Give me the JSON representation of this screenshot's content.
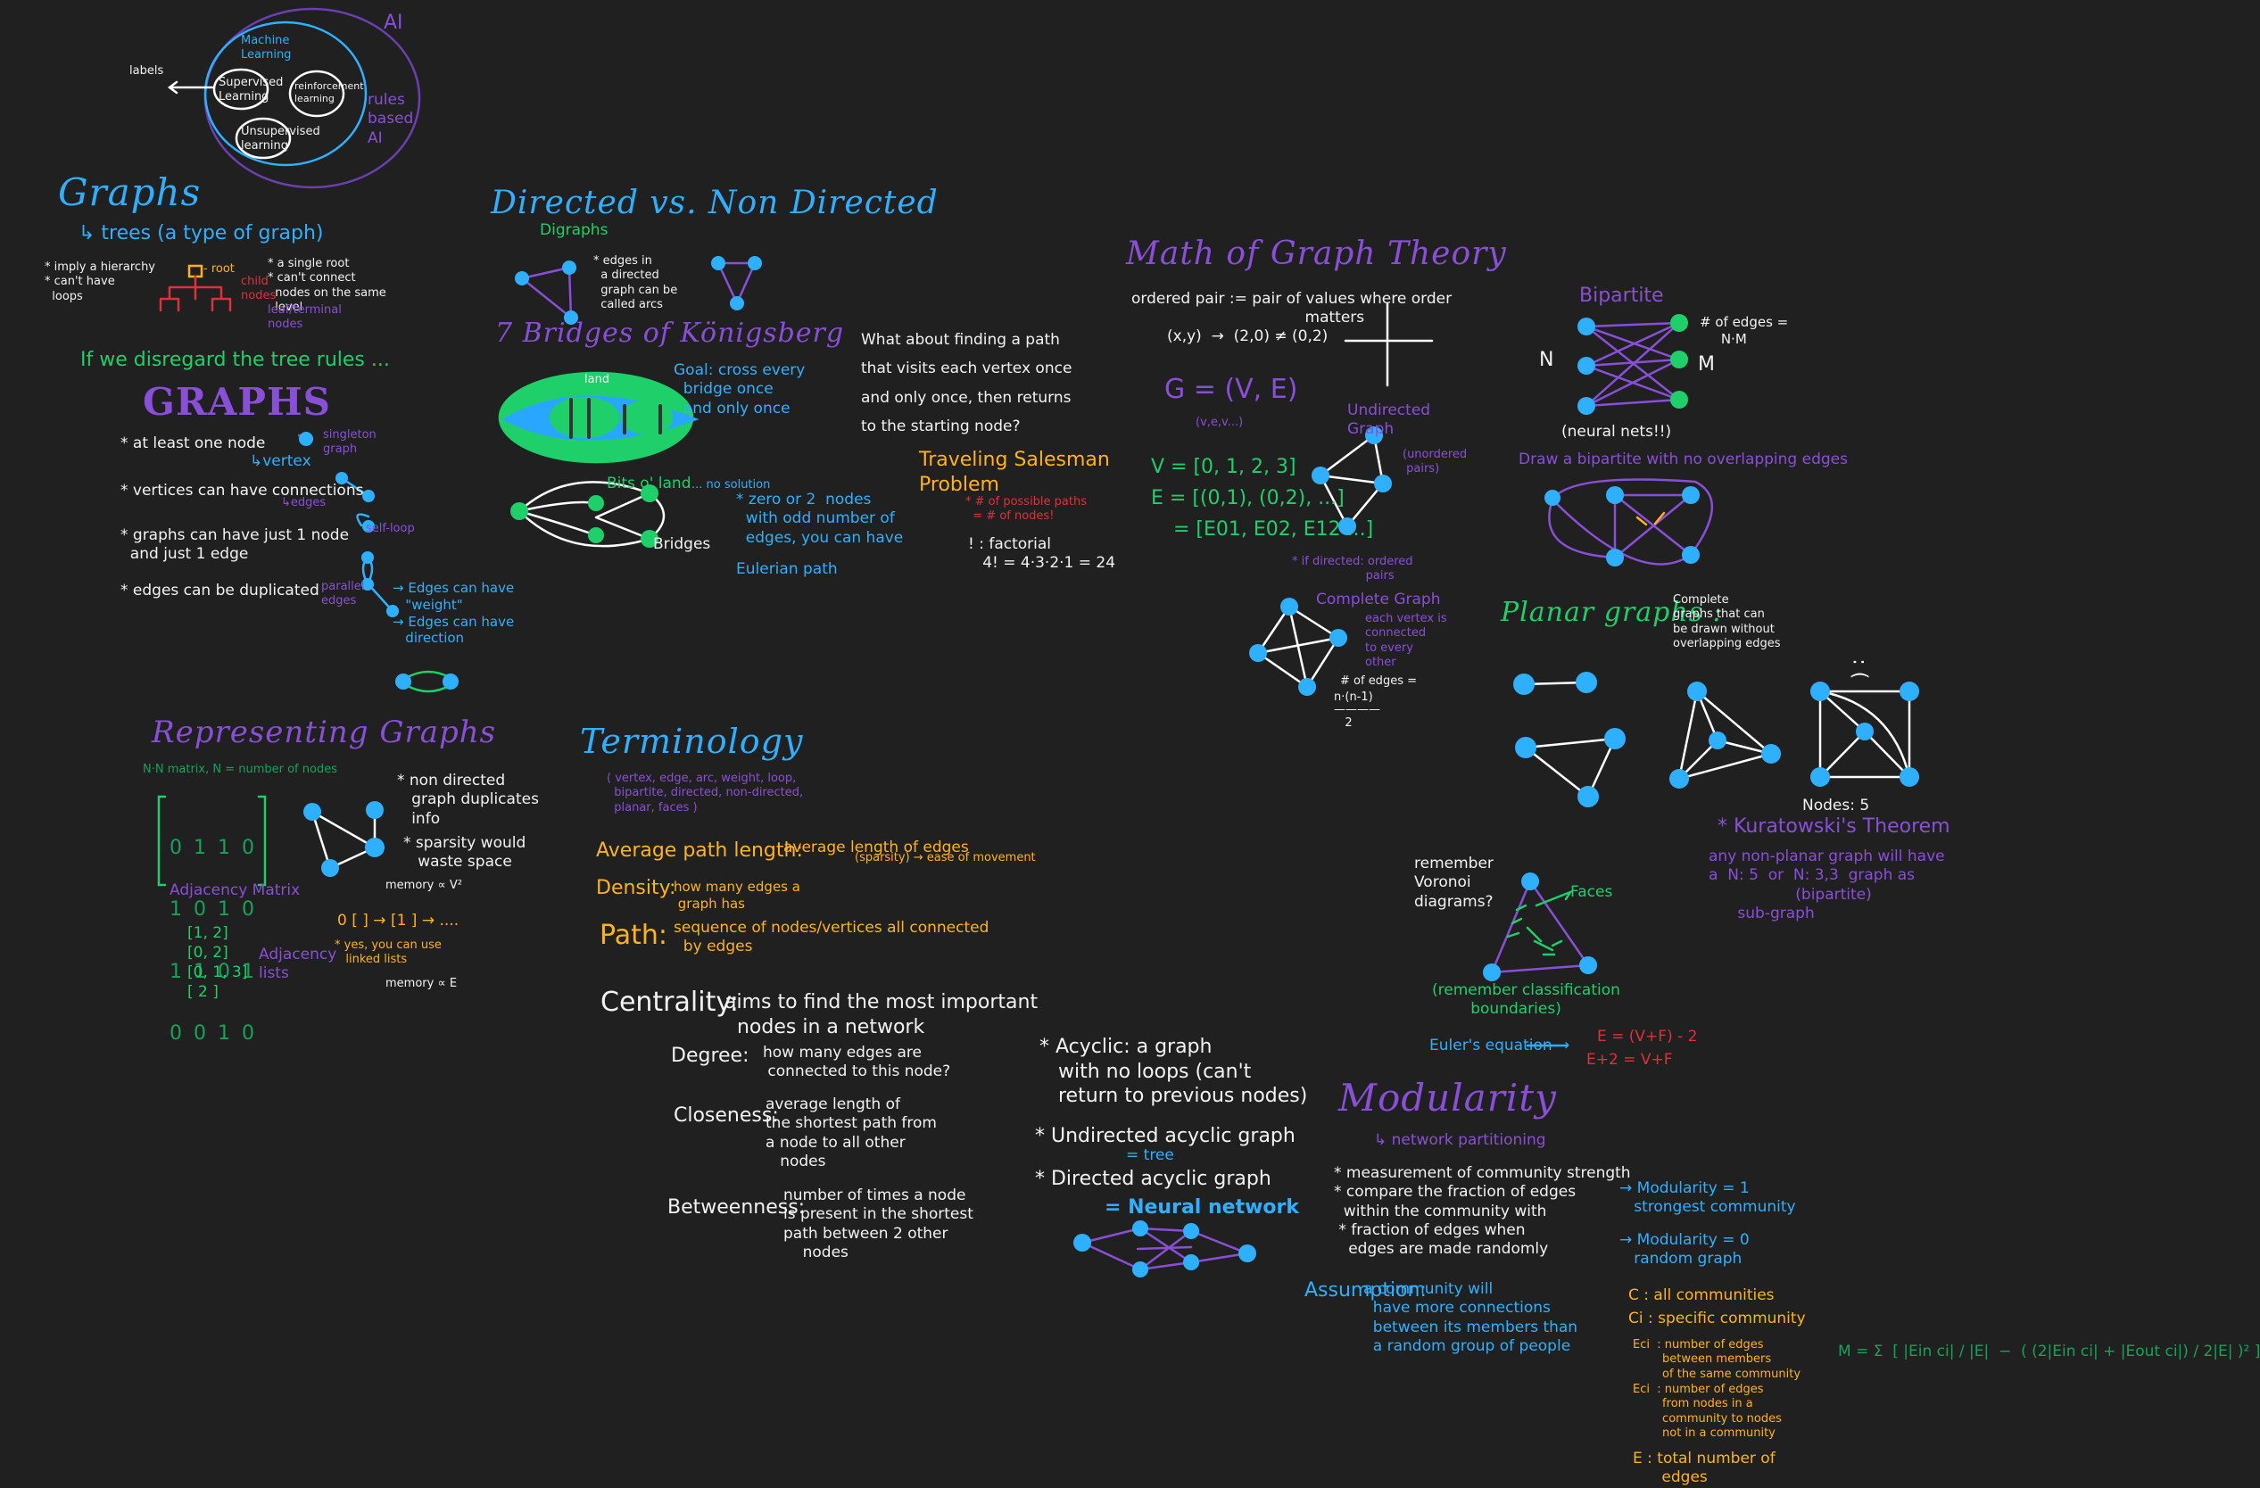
{
  "colors": {
    "background": "#202020",
    "white": "#f2f2f2",
    "blue": "#2fb0ff",
    "purple": "#8a4fd8",
    "green": "#1fd06a",
    "orange": "#ffb21a",
    "red": "#e0303a"
  },
  "ai": {
    "ai": "AI",
    "ml": "Machine\nLearning",
    "supervised": "Supervised\nLearning",
    "reinforcement": "reinforcement\nlearning",
    "unsupervised": "Unsupervised\nlearning",
    "labels": "labels",
    "rules": "rules\nbased\nAI"
  },
  "graphs": {
    "title": "Graphs",
    "trees": "↳ trees (a type of graph)",
    "hier": "* imply a hierarchy\n* can't have\n  loops",
    "root": "- root",
    "child": "child\nnodes",
    "single_root": "* a single root\n* can't connect\n  nodes on the same\n  level",
    "leaf": "leaf/terminal\nnodes",
    "disregard": "If we disregard the tree rules ..."
  },
  "graphs2": {
    "title": "GRAPHS",
    "b1": "* at least one node",
    "vertex": "↳vertex",
    "singleton": "singleton\ngraph",
    "b2": "* vertices can have connections",
    "edges_lbl": "↳edges",
    "b3": "* graphs can have just 1 node\n  and just 1 edge",
    "selfloop": "self-loop",
    "b4": "* edges can be duplicated",
    "parallel": "parallel\nedges",
    "weight": "→ Edges can have\n   \"weight\"\n→ Edges can have\n   direction"
  },
  "directed": {
    "title": "Directed vs. Non Directed",
    "digraphs": "Digraphs",
    "arcs": "* edges in\n  a directed\n  graph can be\n  called arcs"
  },
  "bridges": {
    "title": "7 Bridges of Königsberg",
    "land": "land",
    "goal": "Goal: cross every\n  bridge once\n  and only once",
    "bits": "Bits o' land",
    "no_solution": "... no solution",
    "zero_or_two": "* zero or 2  nodes\n  with odd number of\n  edges, you can have",
    "eulerian": "Eulerian path",
    "bridges_lbl": "Bridges"
  },
  "path": {
    "q": "What about finding a path\nthat visits each vertex once\nand only once, then returns\nto the starting node?",
    "tsp": "Traveling Salesman\nProblem",
    "paths": "* # of possible paths\n  = # of nodes!",
    "factorial": "! : factorial\n   4! = 4·3·2·1 = 24"
  },
  "math": {
    "title": "Math of Graph Theory",
    "ordered": "ordered pair := pair of values where order\n                                    matters",
    "pair": "(x,y)  →  (2,0) ≠ (0,2)",
    "g": "G = (V, E)",
    "gsub": "(v,e,v...)",
    "v": "V = [0, 1, 2, 3]",
    "e": "E = [(0,1), (0,2), ...]",
    "e2": "= [E01, E02, E12 ...]",
    "undirected": "Undirected\nGraph",
    "unordered": "(unordered\n pairs)",
    "dir_ordered": "* if directed: ordered\n                    pairs",
    "complete": "Complete Graph",
    "complete_desc": "each vertex is\nconnected\nto every\nother",
    "numedges": "# of edges =",
    "formula": "n·(n-1)\n————\n   2"
  },
  "bipartite": {
    "title": "Bipartite",
    "n": "N",
    "m": "M",
    "edges": "# of edges =\n     N·M",
    "neural": "(neural nets!!)",
    "draw": "Draw a bipartite with no overlapping edges"
  },
  "planar": {
    "title": "Planar graphs :",
    "desc": "Complete\ngraphs that can\nbe drawn without\noverlapping edges",
    "nodes5": "Nodes: 5",
    "frown": ": (",
    "kuratowski": "* Kuratowski's Theorem",
    "kdesc": "any non-planar graph will have\na  N: 5  or  N: 3,3  graph as\n                  (bipartite)\n      sub-graph"
  },
  "voronoi": {
    "remember": "remember\nVoronoi\ndiagrams?",
    "faces": "Faces",
    "classify": "(remember classification\n        boundaries)",
    "euler": "Euler's equation →",
    "formula": "E = (V+F) - 2",
    "formula2": "E+2 = V+F"
  },
  "modularity": {
    "title": "Modularity",
    "sub": "↳ network partitioning",
    "b": "* measurement of community strength\n* compare the fraction of edges\n  within the community with\n * fraction of edges when\n   edges are made randomly",
    "m1": "→ Modularity = 1\n   strongest community",
    "m0": "→ Modularity = 0\n   random graph",
    "assumption": "Assumption:",
    "assum_text": "a community will\n  have more connections\n  between its members than\n  a random group of people",
    "c": "C : all communities",
    "ci": "Ci : specific community",
    "ein": "Eci  : number of edges\n        between members\n        of the same community",
    "eout": "Eci  : number of edges\n        from nodes in a\n        community to nodes\n        not in a community",
    "etot": "E : total number of\n      edges",
    "mformula": "M = Σ  [ |Ein ci| / |E|  −  ( (2|Ein ci| + |Eout ci|) / 2|E| )² ]"
  },
  "repr": {
    "title": "Representing Graphs",
    "nn": "N·N matrix, N = number of nodes",
    "matrix": [
      "0 1 1 0",
      "1 0 1 0",
      "1 1 0 1",
      "0 0 1 0"
    ],
    "adj": "Adjacency Matrix",
    "nondir": "* non directed\n   graph duplicates\n   info",
    "sparsity": "* sparsity would\n   waste space",
    "memv": "memory ∝ V²",
    "lists": "[1, 2]\n[0, 2]\n[0, 1, 3]\n[ 2 ]",
    "adjlists": "Adjacency\nlists",
    "linked": "0 [ ] → [1 ] → ....",
    "linked2": "* yes, you can use\n   linked lists",
    "meme": "memory ∝ E"
  },
  "term": {
    "title": "Terminology",
    "list": "( vertex, edge, arc, weight, loop,\n  bipartite, directed, non-directed,\n  planar, faces )",
    "apl": "Average path length:",
    "apl_d": "average length of edges",
    "apl_s": "(sparsity) → ease of movement",
    "density": "Density:",
    "density_d": "how many edges a\n graph has",
    "path": "Path:",
    "path_d": "sequence of nodes/vertices all connected\n  by edges",
    "centrality": "Centrality:",
    "cent_d": "aims to find the most important\n  nodes in a network",
    "degree": "Degree:",
    "degree_d": "how many edges are\n connected to this node?",
    "closeness": "Closeness:",
    "close_d": "average length of\nthe shortest path from\na node to all other\n   nodes",
    "between": "Betweenness:",
    "between_d": "number of times a node\nis present in the shortest\npath between 2 other\n    nodes"
  },
  "acyclic": {
    "a": "* Acyclic: a graph\n   with no loops (can't\n   return to previous nodes)",
    "udag": "* Undirected acyclic graph",
    "tree": "= tree",
    "dag": "* Directed acyclic graph",
    "nn": "= Neural network"
  }
}
